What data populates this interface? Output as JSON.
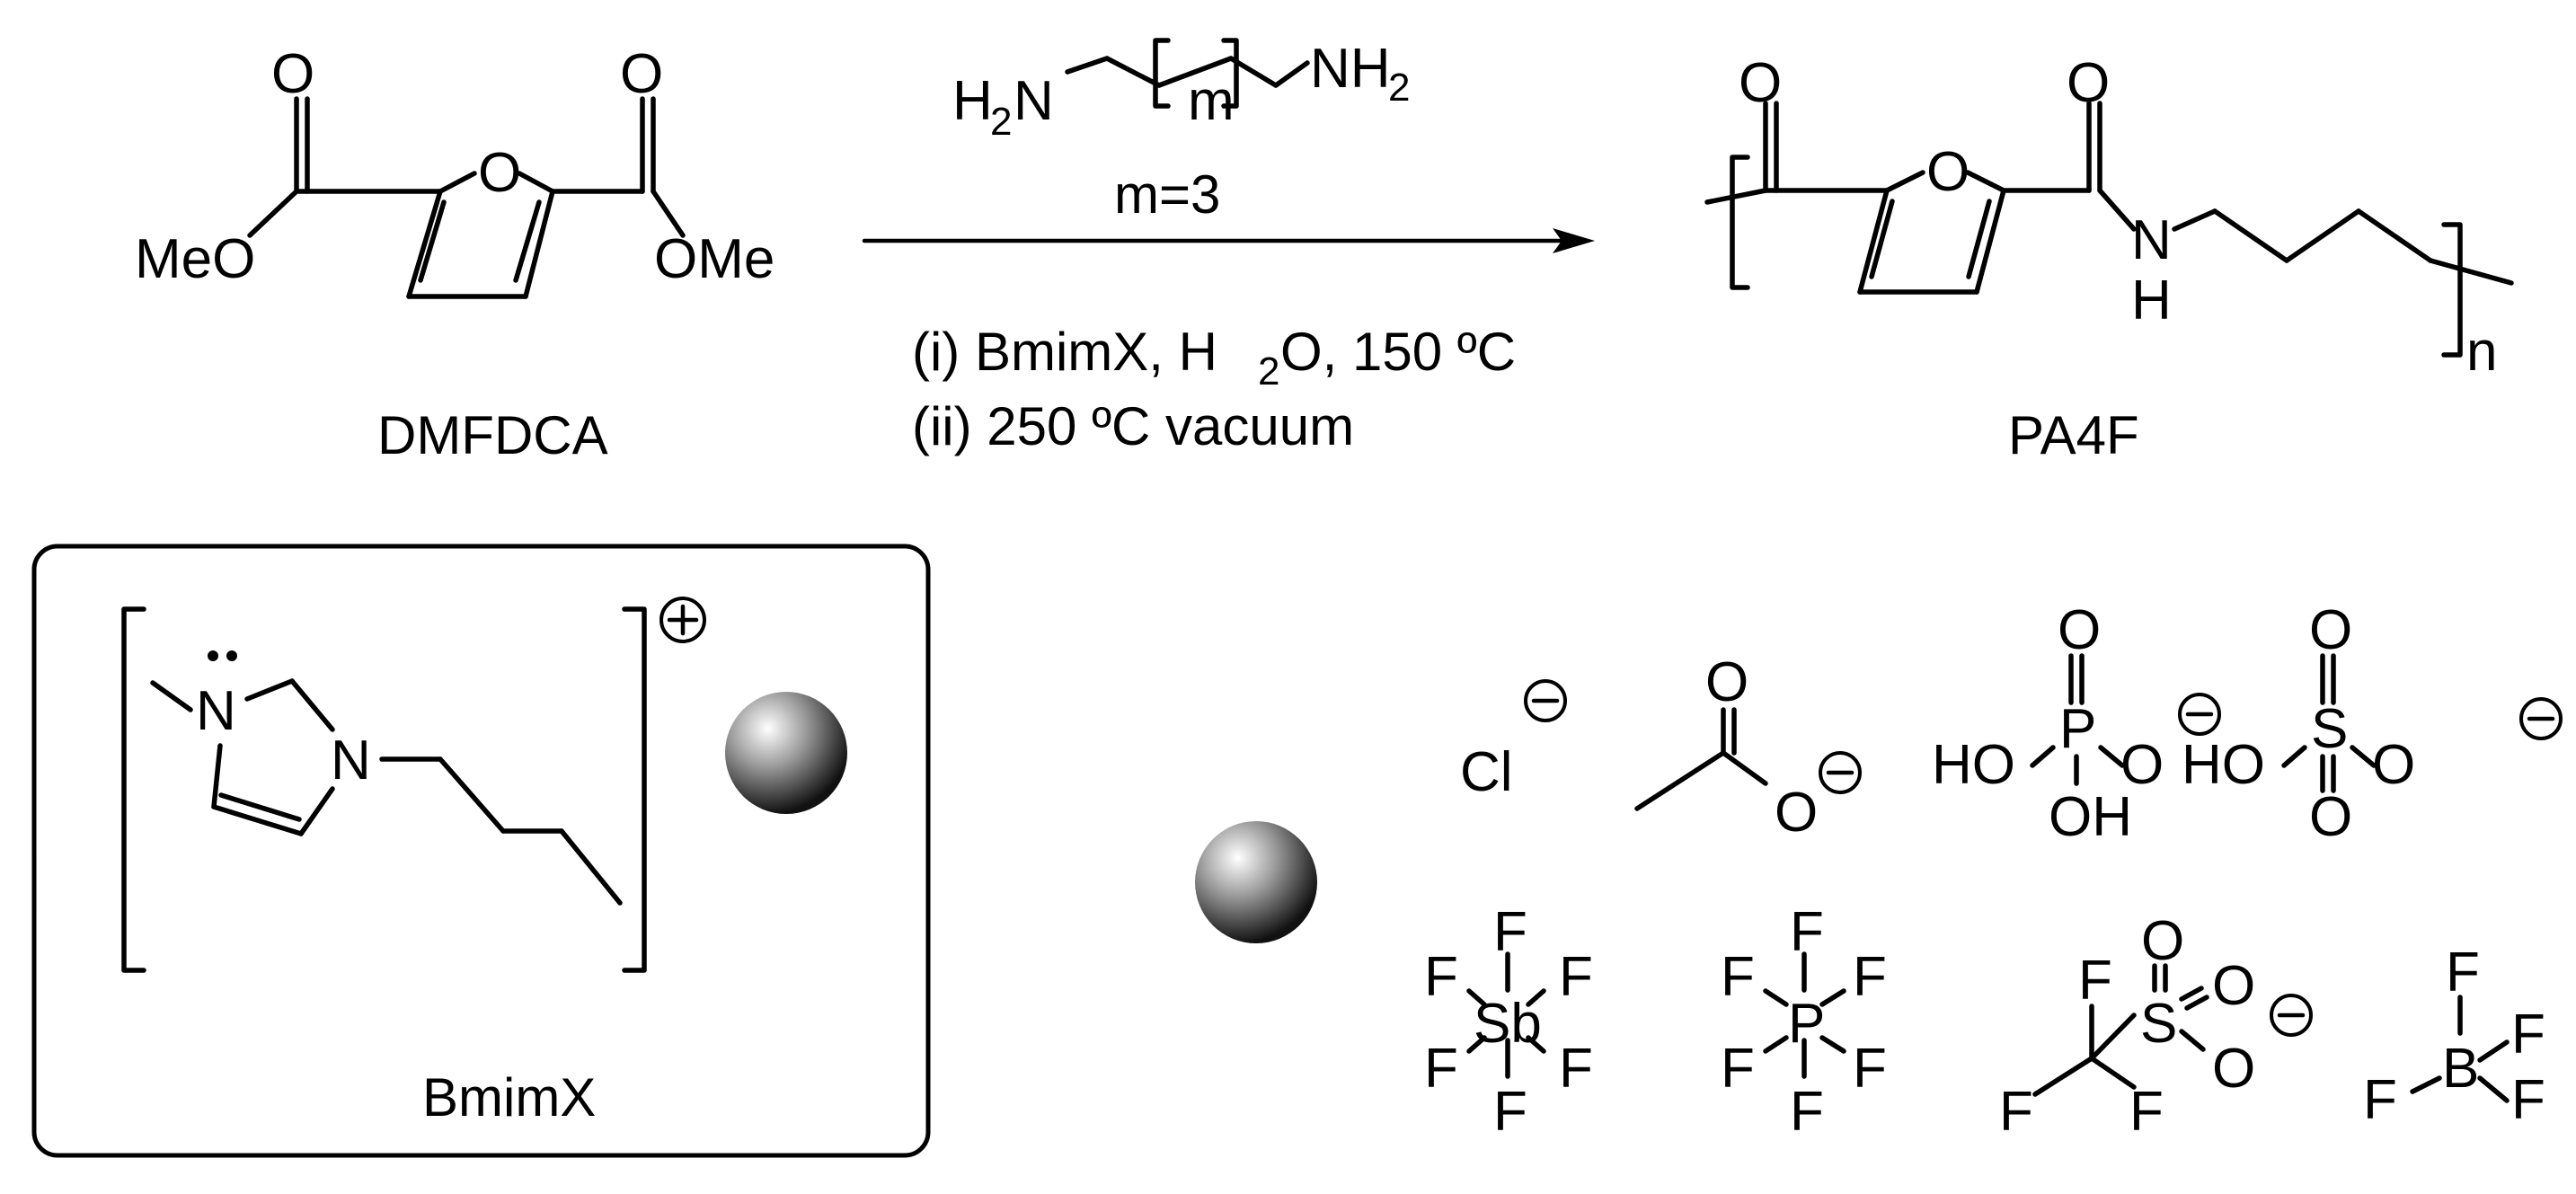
{
  "reactant": {
    "name": "DMFDCA",
    "left_group": "MeO",
    "right_group": "OMe",
    "oxygen": "O"
  },
  "reagent": {
    "amine_left": "H",
    "amine_left_sub": "2",
    "amine_left_atom": "N",
    "amine_right_atom": "NH",
    "amine_right_sub": "2",
    "repeat_index": "m",
    "condition": "m=3",
    "step1_a": "(i) BmimX, H",
    "step1_sub": "2",
    "step1_b": "O, 150 ºC",
    "step2": "(ii) 250 ºC vacuum"
  },
  "product": {
    "name": "PA4F",
    "oxygen": "O",
    "nh_top": "N",
    "nh_bottom": "H",
    "repeat_index": "n"
  },
  "cation": {
    "name": "BmimX",
    "charge": "+",
    "n1": "N",
    "n2": "N"
  },
  "anions": {
    "chloride": "Cl",
    "minus": "−",
    "acetate_o1": "O",
    "acetate_o2": "O",
    "phosphate": {
      "o_top": "O",
      "p": "P",
      "ho": "HO",
      "o_right": "O",
      "oh": "OH"
    },
    "sulfate": {
      "o_top": "O",
      "s": "S",
      "ho": "HO",
      "o_right": "O",
      "o_bottom": "O"
    },
    "hexafluoroantimonate": {
      "center": "Sb",
      "f": "F"
    },
    "hexafluorophosphate": {
      "center": "P",
      "f": "F"
    },
    "triflate": {
      "s": "S",
      "o": "O",
      "f": "F"
    },
    "tetrafluoroborate": {
      "center": "B",
      "f": "F"
    }
  },
  "colors": {
    "line": "#000000",
    "background": "#ffffff"
  }
}
